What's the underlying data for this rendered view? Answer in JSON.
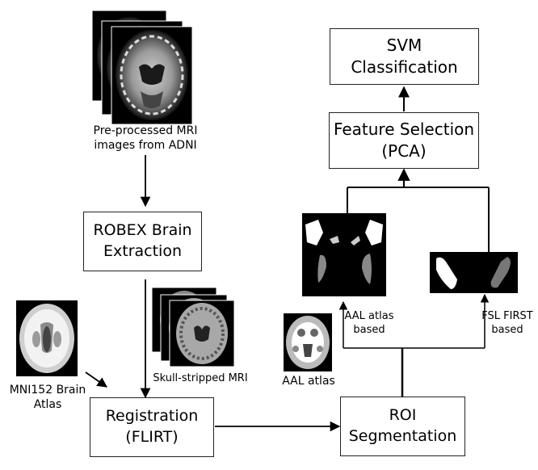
{
  "boxes": {
    "svm": "SVM\nClassification",
    "feature_selection": "Feature Selection\n(PCA)",
    "robex": "ROBEX Brain\nExtraction",
    "registration": "Registration\n(FLIRT)",
    "roi_segmentation": "ROI\nSegmentation"
  },
  "labels": {
    "preprocessed": "Pre-processed MRI\nimages from ADNI",
    "skull_stripped": "Skull-stripped MRI",
    "mni152": "MNI152 Brain\nAtlas",
    "aal_atlas": "AAL atlas",
    "aal_based": "AAL atlas\nbased",
    "fsl_first": "FSL FIRST\nbased"
  },
  "colors": {
    "line": "#000000",
    "box_border": "#222222",
    "scan_bg": "#000000"
  }
}
